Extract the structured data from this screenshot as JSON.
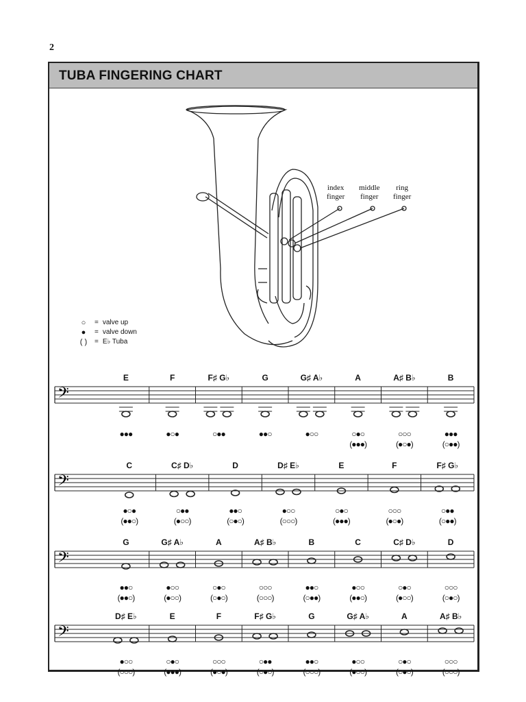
{
  "page_number": "2",
  "title": "TUBA FINGERING CHART",
  "fingers": [
    {
      "line1": "index",
      "line2": "finger"
    },
    {
      "line1": "middle",
      "line2": "finger"
    },
    {
      "line1": "ring",
      "line2": "finger"
    }
  ],
  "legend": [
    {
      "symbol": "○",
      "eq": "=",
      "text": "valve up"
    },
    {
      "symbol": "●",
      "eq": "=",
      "text": "valve down"
    },
    {
      "symbol": "(  )",
      "eq": "=",
      "text": "E♭ Tuba"
    }
  ],
  "rows": [
    {
      "notes": [
        {
          "name": "E",
          "bb": "●●●",
          "eb": ""
        },
        {
          "name": "F",
          "bb": "●○●",
          "eb": ""
        },
        {
          "name": "F♯  G♭",
          "bb": "○●●",
          "eb": ""
        },
        {
          "name": "G",
          "bb": "●●○",
          "eb": ""
        },
        {
          "name": "G♯  A♭",
          "bb": "●○○",
          "eb": ""
        },
        {
          "name": "A",
          "bb": "○●○",
          "eb": "(●●●)"
        },
        {
          "name": "A♯  B♭",
          "bb": "○○○",
          "eb": "(●○●)"
        },
        {
          "name": "B",
          "bb": "●●●",
          "eb": "(○●●)"
        }
      ]
    },
    {
      "notes": [
        {
          "name": "C",
          "bb": "●○●",
          "eb": "(●●○)"
        },
        {
          "name": "C♯  D♭",
          "bb": "○●●",
          "eb": "(●○○)"
        },
        {
          "name": "D",
          "bb": "●●○",
          "eb": "(○●○)"
        },
        {
          "name": "D♯  E♭",
          "bb": "●○○",
          "eb": "(○○○)"
        },
        {
          "name": "E",
          "bb": "○●○",
          "eb": "(●●●)"
        },
        {
          "name": "F",
          "bb": "○○○",
          "eb": "(●○●)"
        },
        {
          "name": "F♯  G♭",
          "bb": "○●●",
          "eb": "(○●●)"
        }
      ]
    },
    {
      "notes": [
        {
          "name": "G",
          "bb": "●●○",
          "eb": "(●●○)"
        },
        {
          "name": "G♯  A♭",
          "bb": "●○○",
          "eb": "(●○○)"
        },
        {
          "name": "A",
          "bb": "○●○",
          "eb": "(○●○)"
        },
        {
          "name": "A♯  B♭",
          "bb": "○○○",
          "eb": "(○○○)"
        },
        {
          "name": "B",
          "bb": "●●○",
          "eb": "(○●●)"
        },
        {
          "name": "C",
          "bb": "●○○",
          "eb": "(●●○)"
        },
        {
          "name": "C♯  D♭",
          "bb": "○●○",
          "eb": "(●○○)"
        },
        {
          "name": "D",
          "bb": "○○○",
          "eb": "(○●○)"
        }
      ]
    },
    {
      "notes": [
        {
          "name": "D♯  E♭",
          "bb": "●○○",
          "eb": "(○○○)"
        },
        {
          "name": "E",
          "bb": "○●○",
          "eb": "(●●●)"
        },
        {
          "name": "F",
          "bb": "○○○",
          "eb": "(●○●)"
        },
        {
          "name": "F♯  G♭",
          "bb": "○●●",
          "eb": "(○●○)"
        },
        {
          "name": "G",
          "bb": "●●○",
          "eb": "(○○○)"
        },
        {
          "name": "G♯  A♭",
          "bb": "●○○",
          "eb": "(●○○)"
        },
        {
          "name": "A",
          "bb": "○●○",
          "eb": "(○●○)"
        },
        {
          "name": "A♯  B♭",
          "bb": "○○○",
          "eb": "(○○○)"
        }
      ]
    }
  ]
}
